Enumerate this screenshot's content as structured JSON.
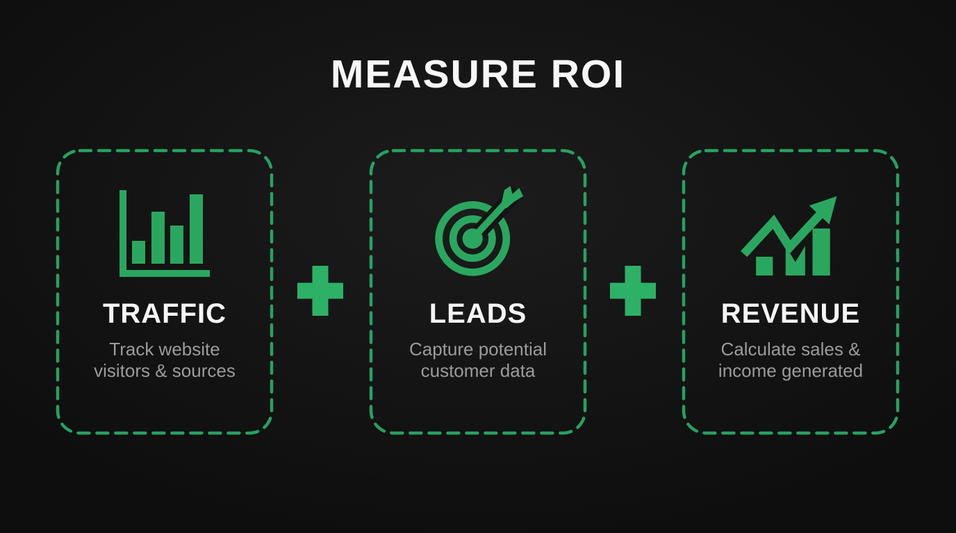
{
  "title": "MEASURE ROI",
  "colors": {
    "background": "#141414",
    "accent": "#2aa75f",
    "accent_bright": "#2db167",
    "border": "#26a160",
    "title": "#f7f7f7",
    "card_title": "#f5f5f5",
    "description": "#9b9b9b"
  },
  "cards": [
    {
      "label": "TRAFFIC",
      "description": "Track website visitors & sources",
      "icon": "bar-chart-icon"
    },
    {
      "label": "LEADS",
      "description": "Capture potential customer data",
      "icon": "target-arrow-icon"
    },
    {
      "label": "REVENUE",
      "description": "Calculate sales & income generated",
      "icon": "growth-arrow-icon"
    }
  ],
  "operators": [
    {
      "symbol": "+"
    },
    {
      "symbol": "+"
    }
  ]
}
